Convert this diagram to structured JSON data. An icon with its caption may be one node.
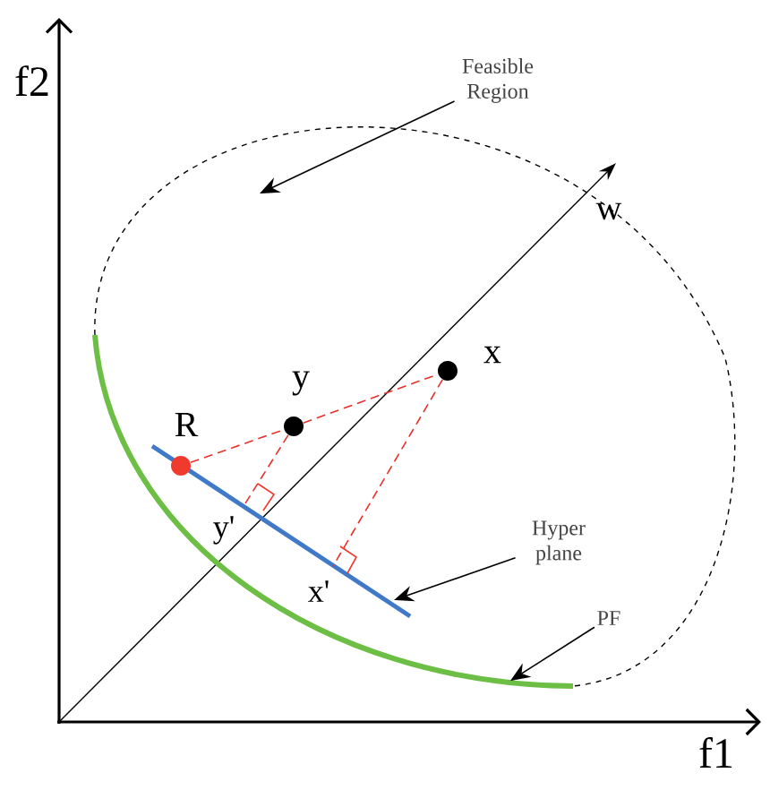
{
  "diagram": {
    "nodes": [
      {
        "text": [
          "Feasible Region"
        ]
      },
      {
        "text": [
          "Hyper plane"
        ]
      },
      {
        "text": [
          "PF"
        ]
      },
      {
        "text": [],
        "shape": "circle",
        "beside": [
          "x"
        ]
      },
      {
        "text": [],
        "shape": "circle",
        "beside": [
          "y"
        ]
      },
      {
        "text": [],
        "shape": "circle",
        "beside": [
          "R"
        ]
      }
    ],
    "edges": [
      {
        "from": 0,
        "to": null,
        "arrow": "to",
        "color": "#000000"
      },
      {
        "from": 1,
        "to": null,
        "arrow": "to",
        "color": "#000000"
      },
      {
        "from": 2,
        "to": null,
        "arrow": "to",
        "color": "#000000"
      },
      {
        "from": 5,
        "to": 4,
        "arrow": "none",
        "style": "dashed",
        "color": "#e8312a"
      },
      {
        "from": 4,
        "to": 3,
        "arrow": "none",
        "style": "dashed",
        "color": "#e8312a"
      },
      {
        "from": 4,
        "to": null,
        "arrow": "none",
        "style": "dashed",
        "color": "#e8312a"
      },
      {
        "from": 3,
        "to": null,
        "arrow": "none",
        "style": "dashed",
        "color": "#e8312a"
      }
    ],
    "labels": [
      "f2",
      "w",
      "y'",
      "x'",
      "f1"
    ]
  }
}
